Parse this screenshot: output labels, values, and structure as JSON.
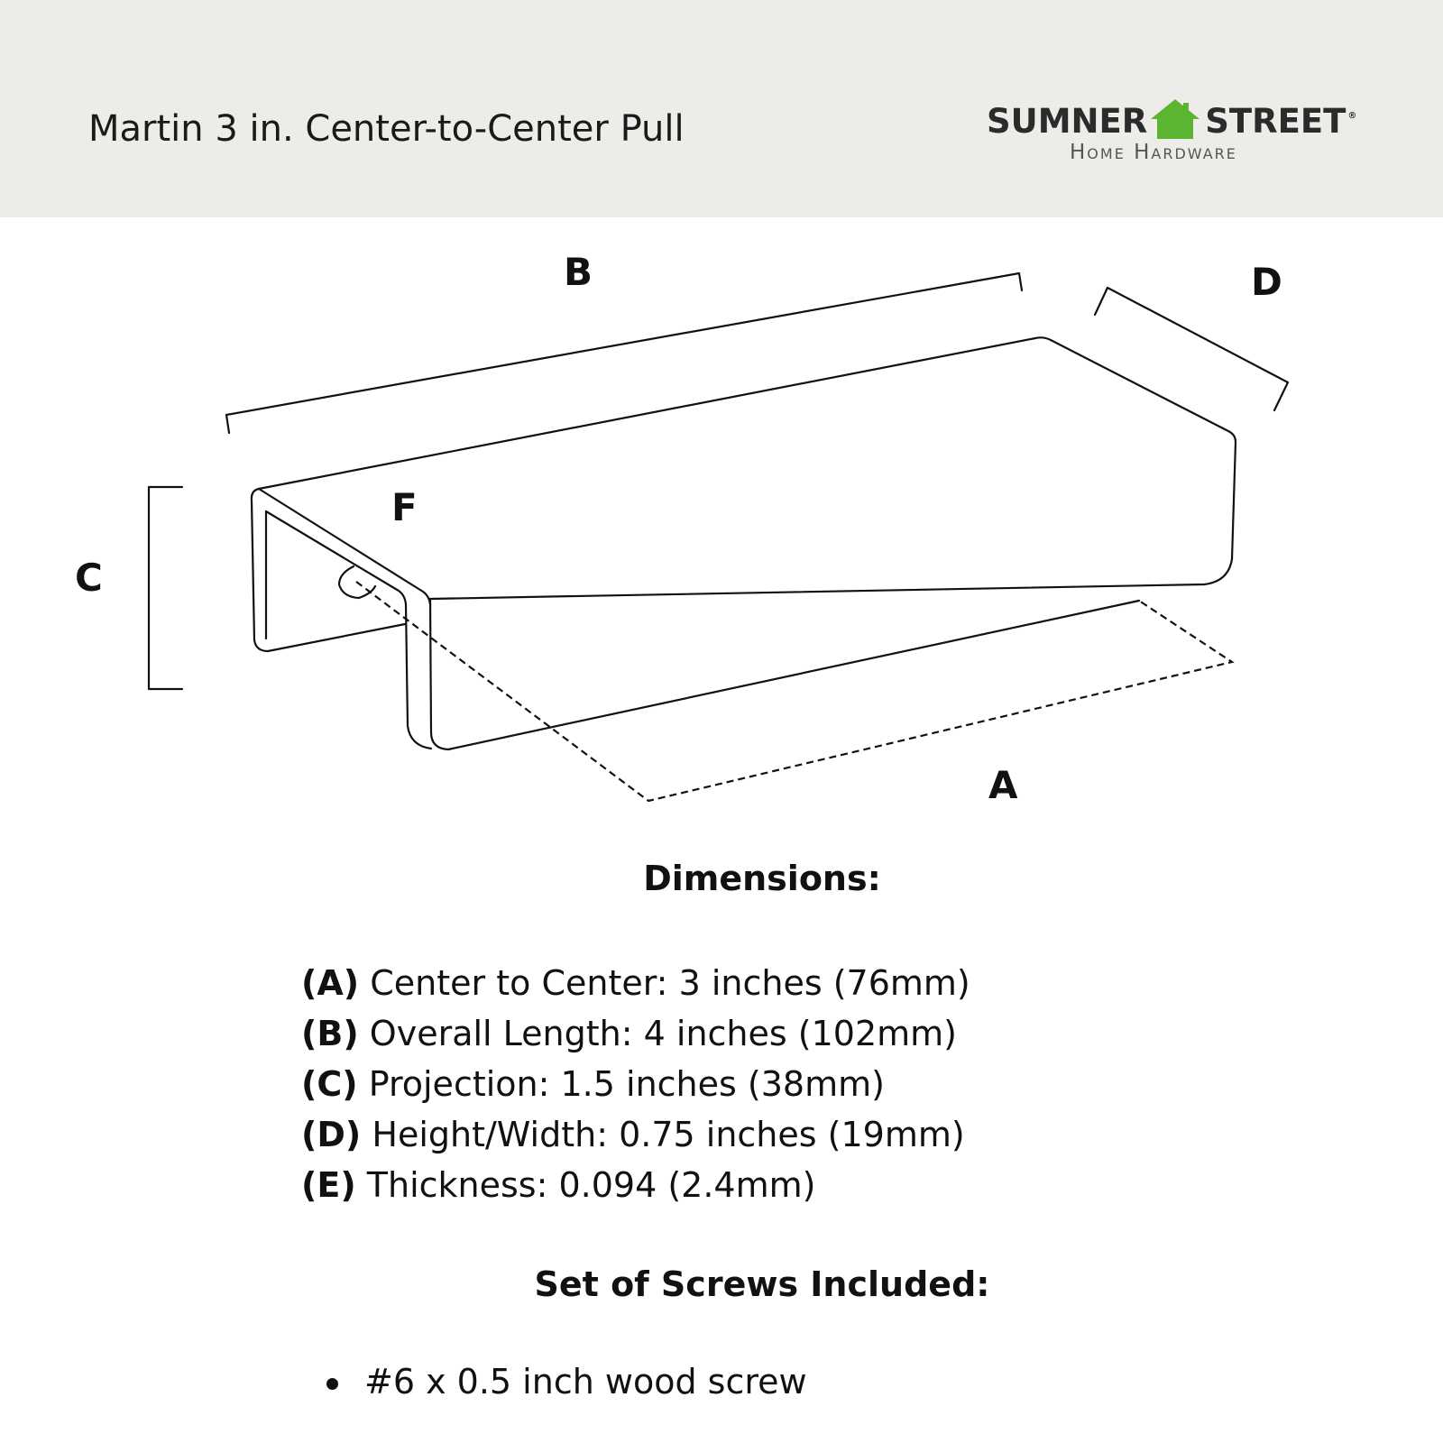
{
  "header": {
    "product_title": "Martin 3 in. Center-to-Center Pull",
    "logo": {
      "word1": "SUMNER",
      "word2": "STREET",
      "registered": "®",
      "tagline": "Home Hardware",
      "icon": "house-icon",
      "accent_color": "#5cb531"
    }
  },
  "diagram": {
    "labels": {
      "a": "A",
      "b": "B",
      "c": "C",
      "d": "D",
      "f": "F"
    }
  },
  "dimensions": {
    "heading": "Dimensions:",
    "items": [
      {
        "key": "(A)",
        "text": "Center to Center: 3 inches (76mm)"
      },
      {
        "key": "(B)",
        "text": "Overall Length: 4 inches (102mm)"
      },
      {
        "key": "(C)",
        "text": "Projection: 1.5 inches (38mm)"
      },
      {
        "key": "(D)",
        "text": "Height/Width: 0.75 inches (19mm)"
      },
      {
        "key": "(E)",
        "text": "Thickness: 0.094 (2.4mm)"
      }
    ]
  },
  "screws": {
    "heading": "Set of Screws Included:",
    "items": [
      "#6 x 0.5 inch wood screw"
    ]
  },
  "colors": {
    "header_bg": "#eeece9",
    "text": "#111111"
  }
}
